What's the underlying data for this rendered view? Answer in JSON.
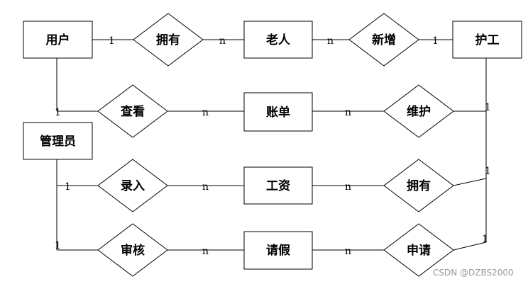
{
  "entities": {
    "user": "用户",
    "elder": "老人",
    "caregiver": "护工",
    "admin": "管理员",
    "bill": "账单",
    "salary": "工资",
    "leave": "请假"
  },
  "relationships": {
    "user_has": "拥有",
    "add": "新增",
    "view": "查看",
    "maintain": "维护",
    "enter": "录入",
    "caregiver_has": "拥有",
    "review": "审核",
    "apply": "申请"
  },
  "cardinalities": {
    "one": "1",
    "many": "n"
  },
  "watermark": "CSDN @DZBS2000"
}
